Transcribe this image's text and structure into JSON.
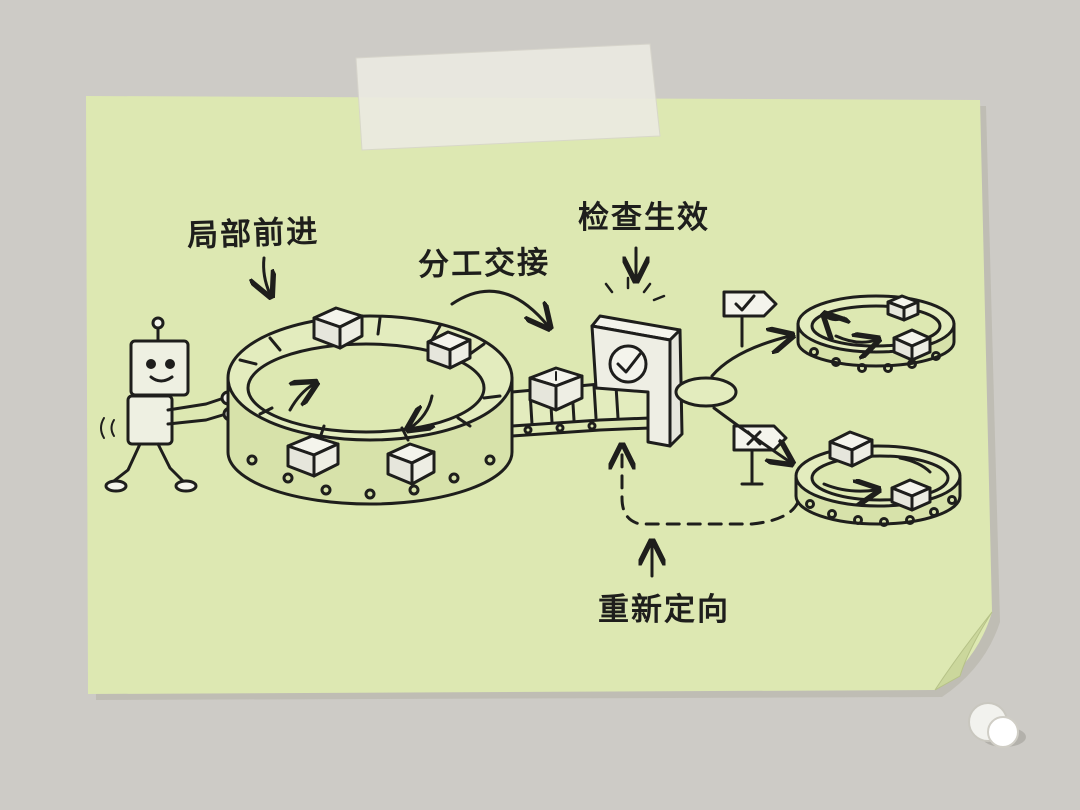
{
  "labels": {
    "local_progress": "局部前进",
    "handoff": "分工交接",
    "verify": "检查生效",
    "redirect": "重新定向"
  },
  "colors": {
    "wall": "#cdcbc6",
    "note": "#dde8b2",
    "note_shadow": "#b9b7ad",
    "tape": "#ecebe3",
    "ink": "#1e1e1c",
    "box_top": "#f4f4ec",
    "box_side": "#e6e6dc",
    "pin": "#f2f2ee"
  },
  "icons": [
    "robot-icon",
    "cardboard-box-icon",
    "check-sign-icon",
    "cross-sign-icon",
    "verification-gate-icon",
    "push-pin-icon"
  ]
}
